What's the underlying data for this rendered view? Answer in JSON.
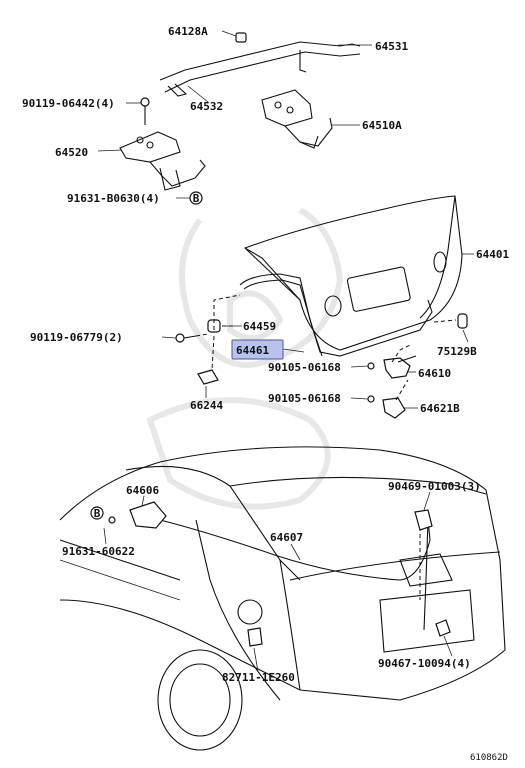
{
  "labels": {
    "p64128A": "64128A",
    "p64531": "64531",
    "p90119_06442": "90119-06442(4)",
    "p64532": "64532",
    "p64510A": "64510A",
    "p64520": "64520",
    "p91631_B0630": "91631-B0630(4)",
    "circleB": "B",
    "p64401": "64401",
    "p90119_06779": "90119-06779(2)",
    "p64459": "64459",
    "p64461": "64461",
    "p75129B": "75129B",
    "p90105_06168a": "90105-06168",
    "p64610": "64610",
    "p66244": "66244",
    "p90105_06168b": "90105-06168",
    "p64621B": "64621B",
    "p64606": "64606",
    "p90469_01003": "90469-01003(3)",
    "p64607": "64607",
    "p91631_60622": "91631-60622",
    "p82711_1E260": "82711-1E260",
    "p90467_10094": "90467-10094(4)",
    "diagram_code": "610862D"
  },
  "colors": {
    "highlight_fill": "#b9c2ec",
    "highlight_border": "#4a56a8",
    "line": "#111111",
    "watermark": "#e4e4e4"
  }
}
